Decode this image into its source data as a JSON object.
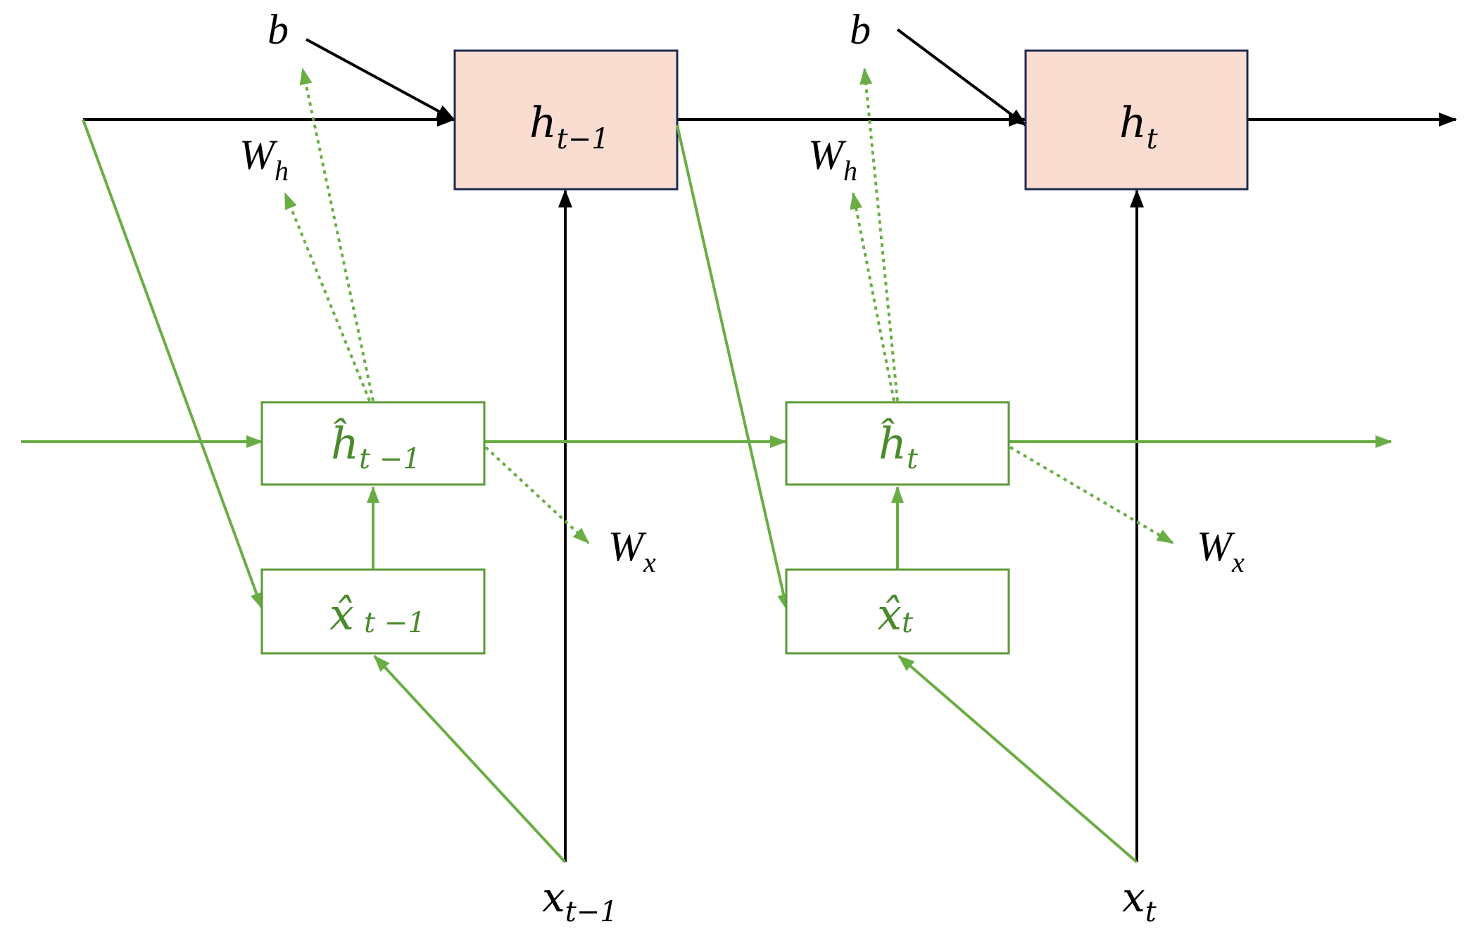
{
  "colors": {
    "black": "#000000",
    "green": "#6aad45",
    "green_text": "#4a8a2c",
    "box_fill": "#f8ddd0",
    "box_border": "#1e2b4f"
  },
  "top_row": {
    "bias_label": "b",
    "weight_h_label": "W",
    "weight_h_sub": "h",
    "cells": [
      {
        "base": "h",
        "sub": "t−1"
      },
      {
        "base": "h",
        "sub": "t"
      }
    ]
  },
  "green_row": {
    "weight_x_label": "W",
    "weight_x_sub": "x",
    "hidden_cells": [
      {
        "base": "ĥ",
        "sub": "t −1"
      },
      {
        "base": "ĥ",
        "sub": "t"
      }
    ],
    "input_cells": [
      {
        "base": "x̂",
        "sub": "t −1"
      },
      {
        "base": "x̂",
        "sub": "t"
      }
    ]
  },
  "inputs": [
    {
      "base": "x",
      "sub": "t−1"
    },
    {
      "base": "x",
      "sub": "t"
    }
  ]
}
